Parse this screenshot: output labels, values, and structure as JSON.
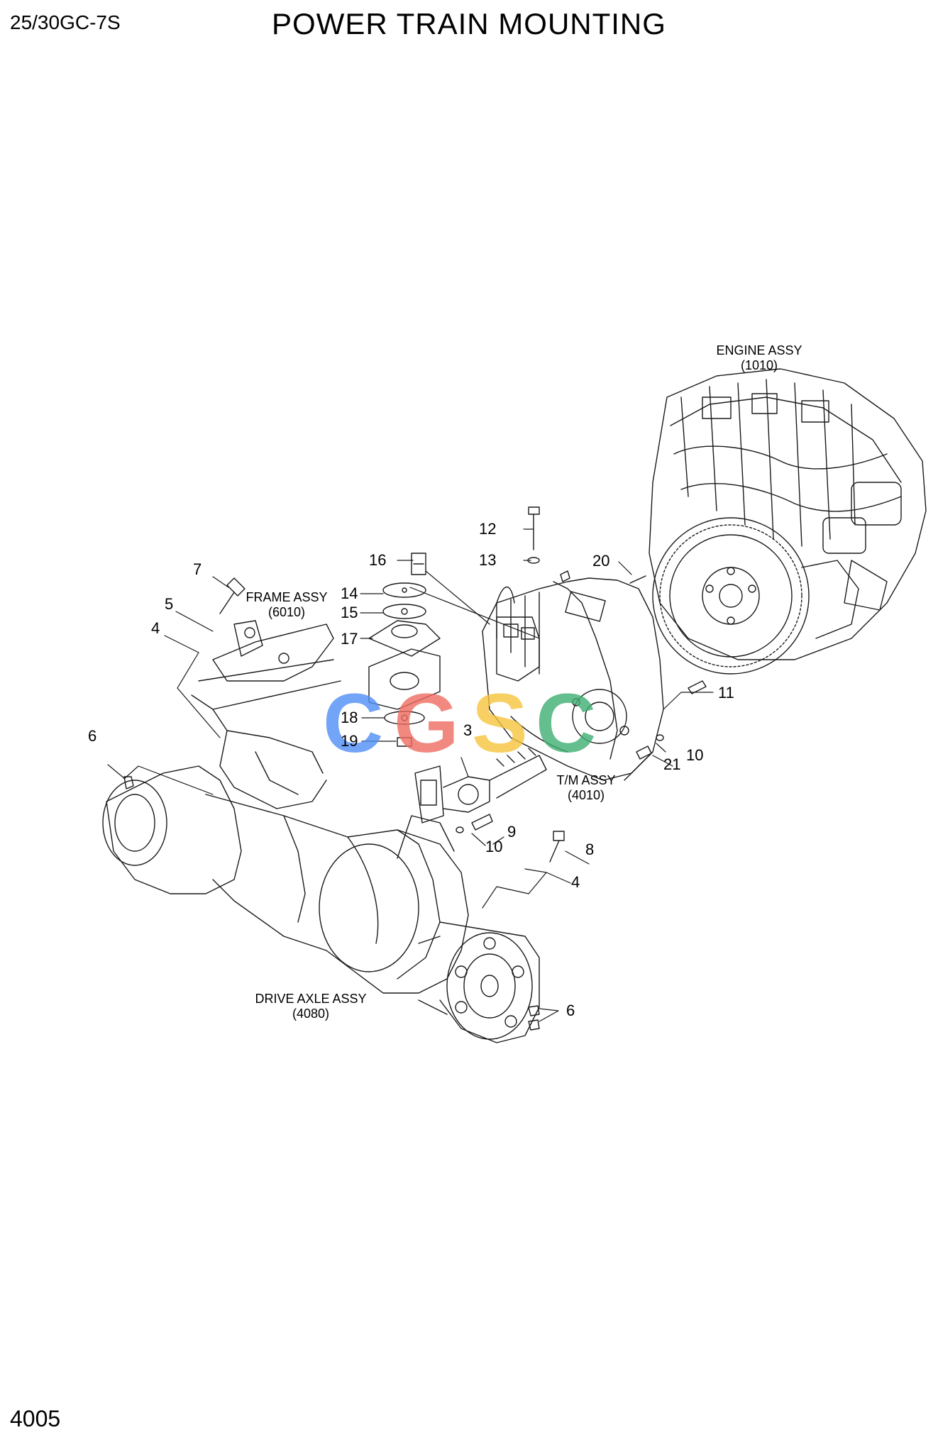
{
  "header": {
    "model": "25/30GC-7S",
    "title": "POWER TRAIN MOUNTING"
  },
  "footer": {
    "page_number": "4005"
  },
  "watermark": {
    "text": "CGSC",
    "colors": [
      "#4f8df5",
      "#ef6b60",
      "#f6c33b",
      "#3fae72"
    ]
  },
  "assemblies": {
    "engine": {
      "name": "ENGINE ASSY",
      "code": "(1010)"
    },
    "frame": {
      "name": "FRAME ASSY",
      "code": "(6010)"
    },
    "tm": {
      "name": "T/M ASSY",
      "code": "(4010)"
    },
    "axle": {
      "name": "DRIVE AXLE ASSY",
      "code": "(4080)"
    }
  },
  "callouts": {
    "c12": "12",
    "c13": "13",
    "c16": "16",
    "c20": "20",
    "c7": "7",
    "c14": "14",
    "c15": "15",
    "c5": "5",
    "c17": "17",
    "c4a": "4",
    "c11": "11",
    "c18": "18",
    "c6a": "6",
    "c19": "19",
    "c3": "3",
    "c10a": "10",
    "c21": "21",
    "c9": "9",
    "c10b": "10",
    "c8": "8",
    "c4b": "4",
    "c6b": "6"
  }
}
